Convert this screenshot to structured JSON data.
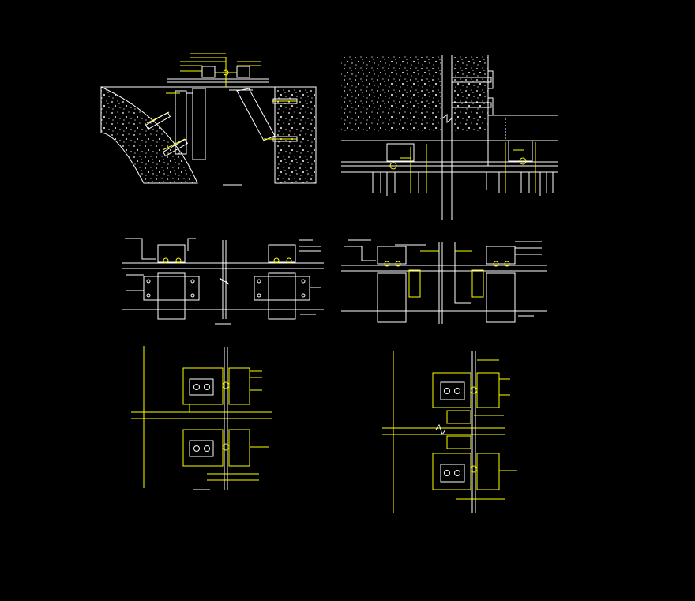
{
  "drawing": {
    "background": "#000000",
    "line_color": "#ffffff",
    "accent_color": "#ffff00",
    "details": [
      {
        "id": "detail-corner-stone-anchor"
      },
      {
        "id": "detail-slab-edge-bracket"
      },
      {
        "id": "detail-mullion-plan-pair"
      },
      {
        "id": "detail-mullion-plan-pair-alt"
      },
      {
        "id": "detail-transom-section"
      },
      {
        "id": "detail-transom-section-alt"
      }
    ]
  }
}
